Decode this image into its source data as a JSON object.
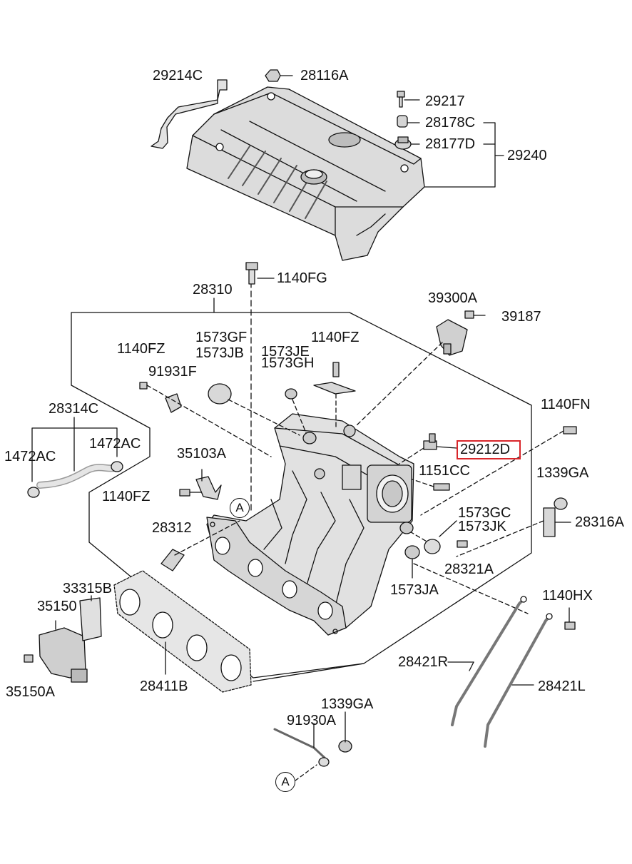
{
  "diagram": {
    "highlight_color": "#d9262b",
    "line_color": "#111111",
    "part_fill": "#d7d7d7",
    "labels": {
      "p29214C": "29214C",
      "p28116A": "28116A",
      "p29217": "29217",
      "p28178C": "28178C",
      "p28177D": "28177D",
      "p29240": "29240",
      "p1140FG": "1140FG",
      "p28310": "28310",
      "p39300A": "39300A",
      "p39187": "39187",
      "p1573GF": "1573GF",
      "p1573JB": "1573JB",
      "p1140FZ_top": "1140FZ",
      "p1573JE": "1573JE",
      "p1573GH": "1573GH",
      "p1140FZ_left": "1140FZ",
      "p91931F": "91931F",
      "p28314C": "28314C",
      "p1140FN": "1140FN",
      "p1472AC_left": "1472AC",
      "p1472AC_right": "1472AC",
      "p35103A": "35103A",
      "p29212D": "29212D",
      "p1151CC": "1151CC",
      "p1339GA_right": "1339GA",
      "p1140FZ_mid": "1140FZ",
      "p28316A": "28316A",
      "p1573GC": "1573GC",
      "p1573JK": "1573JK",
      "p28312": "28312",
      "p28321A": "28321A",
      "p33315B": "33315B",
      "p1140HX": "1140HX",
      "p1573JA": "1573JA",
      "p35150": "35150",
      "p28421R": "28421R",
      "p28421L": "28421L",
      "p35150A": "35150A",
      "p28411B": "28411B",
      "p1339GA_bottom": "1339GA",
      "p91930A": "91930A"
    },
    "ref_marker": "A"
  }
}
